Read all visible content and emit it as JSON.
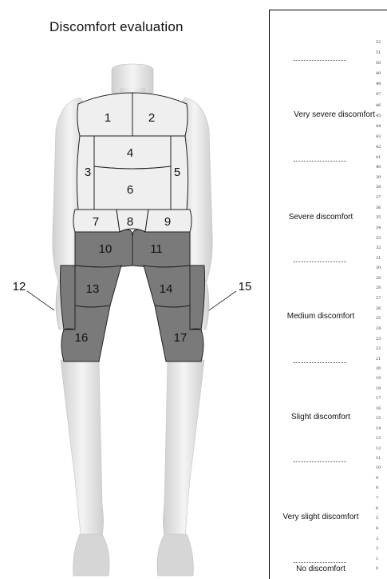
{
  "title": "Discomfort evaluation",
  "regions": [
    "1",
    "2",
    "3",
    "4",
    "5",
    "6",
    "7",
    "8",
    "9",
    "10",
    "11",
    "12",
    "13",
    "14",
    "15",
    "16",
    "17"
  ],
  "scale_categories": [
    {
      "label": "Very severe discomfort",
      "range": [
        41,
        52
      ]
    },
    {
      "label": "Severe discomfort",
      "range": [
        31,
        40
      ]
    },
    {
      "label": "Medium discomfort",
      "range": [
        21,
        30
      ]
    },
    {
      "label": "Slight discomfort",
      "range": [
        11,
        20
      ]
    },
    {
      "label": "Very slight discomfort",
      "range": [
        1,
        10
      ]
    },
    {
      "label": "No discomfort",
      "range": [
        0,
        0
      ]
    }
  ],
  "colors": {
    "body": "#e9e9e9",
    "upper_regions": "#efefef",
    "lower_regions": "#777777",
    "outline": "#222222"
  }
}
